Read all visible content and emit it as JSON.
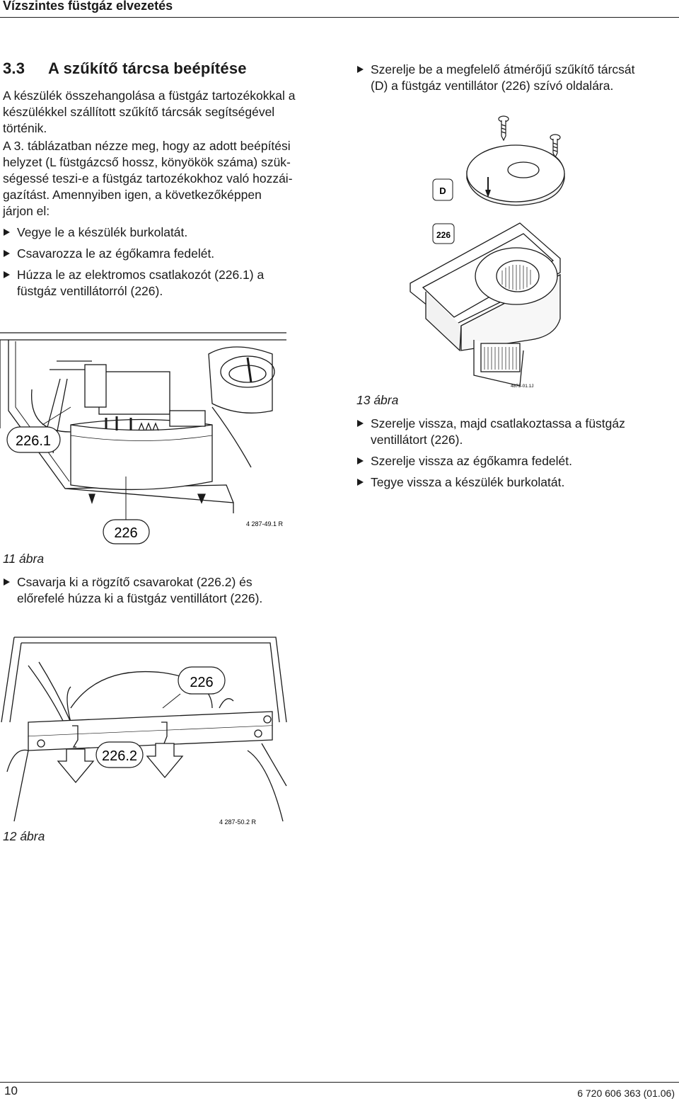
{
  "header": {
    "title": "Vízszintes füstgáz elvezetés"
  },
  "section": {
    "number": "3.3",
    "title": "A szűkítő tárcsa beépítése"
  },
  "left_column": {
    "para1": "A készülék összehangolása a füstgáz tartozékokkal a készülékkel szállított szűkítő tárcsák segítségével történik.",
    "para2_lines": [
      "A 3. táblázatban nézze meg, hogy az adott beépítési",
      "helyzet (L füstgázcső hossz, könyökök száma) szük-",
      "ségessé teszi-e a füstgáz tartozékokhoz való hozzái-",
      "gazítást. Amennyiben igen, a következőképpen",
      "járjon el:"
    ],
    "bullets": [
      [
        "Vegye le a készülék burkolatát."
      ],
      [
        "Csavarozza le az égőkamra fedelét."
      ],
      [
        "Húzza le az elektromos csatlakozót (226.1) a",
        "füstgáz ventillátorról (226)."
      ]
    ],
    "bullet_after_fig11": [
      "Csavarja ki a rögzítő csavarokat (226.2) és",
      "előrefelé húzza ki a füstgáz ventillátort (226)."
    ]
  },
  "right_column": {
    "bullet_top": [
      "Szerelje be a megfelelő átmérőjű szűkítő tárcsát",
      "(D) a füstgáz ventillátor (226) szívó oldalára."
    ],
    "bullets_after_fig13": [
      [
        "Szerelje vissza, majd csatlakoztassa a füstgáz",
        "ventillátort (226)."
      ],
      [
        "Szerelje vissza az égőkamra fedelét."
      ],
      [
        "Tegye vissza a készülék burkolatát."
      ]
    ]
  },
  "figures": {
    "fig11": {
      "caption": "11 ábra",
      "code": "4 287-49.1 R",
      "label_connector": "226.1",
      "label_fan": "226"
    },
    "fig12": {
      "caption": "12 ábra",
      "code": "4 287-50.2 R",
      "label_fan": "226",
      "label_screws": "226.2"
    },
    "fig13": {
      "caption": "13 ábra",
      "code": "4873-01.1J",
      "label_disc": "D",
      "label_fan": "226"
    }
  },
  "footer": {
    "page_number": "10",
    "doc_code": "6 720 606 363 (01.06)"
  }
}
